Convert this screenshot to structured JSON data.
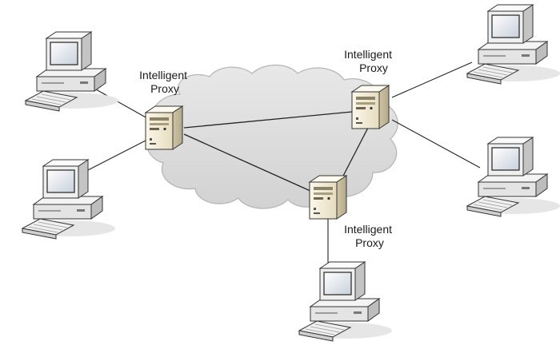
{
  "proxies": [
    {
      "id": "left",
      "label_line1": "Intelligent",
      "label_line2": "Proxy"
    },
    {
      "id": "right",
      "label_line1": "Intelligent",
      "label_line2": "Proxy"
    },
    {
      "id": "bottom",
      "label_line1": "Intelligent",
      "label_line2": "Proxy"
    }
  ],
  "colors": {
    "cloud_fill": "#dcdcdc",
    "cloud_stroke": "#b4b4b4",
    "link": "#222222",
    "server_body": "#f2ecd8",
    "computer_body": "#eeeeee"
  }
}
